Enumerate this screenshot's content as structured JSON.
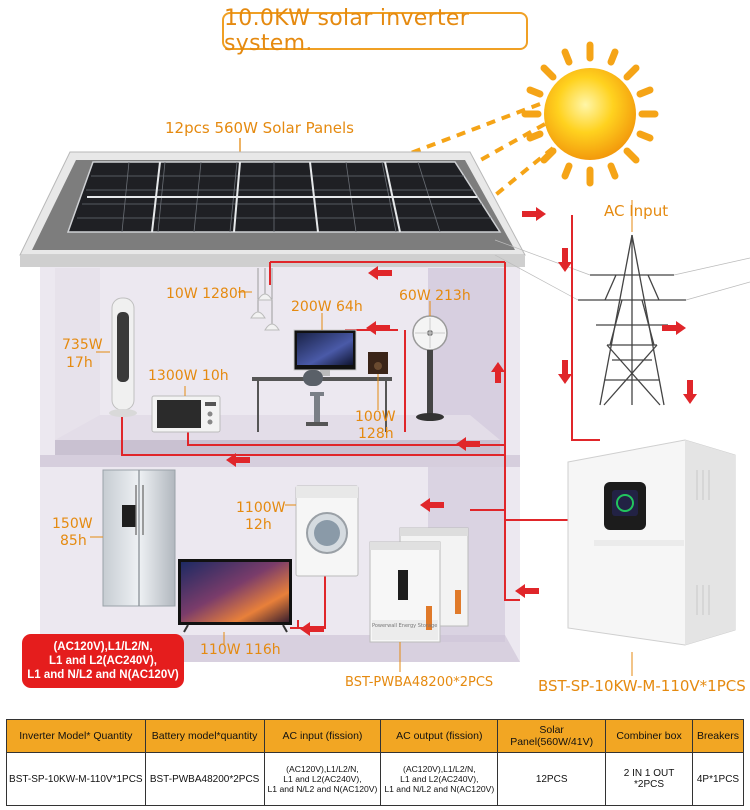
{
  "title": "10.0KW solar inverter system.",
  "labels": {
    "panels": "12pcs 560W Solar Panels",
    "ac_input": "AC Input",
    "lamp": "10W 1280h",
    "computer": "200W 64h",
    "fan": "60W 213h",
    "tower_fan_w": "735W",
    "tower_fan_h": "17h",
    "microwave": "1300W 10h",
    "speaker_w": "100W",
    "speaker_h": "128h",
    "fridge_w": "150W",
    "fridge_h": "85h",
    "washer_w": "1100W",
    "washer_h": "12h",
    "tv": "110W 116h",
    "battery": "BST-PWBA48200*2PCS",
    "inverter": "BST-SP-10KW-M-110V*1PCS"
  },
  "battery_caption": "Powerwall Energy Storage",
  "note_lines": [
    "(AC120V),L1/L2/N,",
    "L1 and L2(AC240V),",
    "L1 and N/L2 and N(AC120V)"
  ],
  "table": {
    "headers": [
      "Inverter Model* Quantity",
      "Battery model*quantity",
      "AC input (fission)",
      "AC output (fission)",
      "Solar Panel(560W/41V)",
      "Combiner box",
      "Breakers"
    ],
    "row": {
      "inverter": "BST-SP-10KW-M-110V*1PCS",
      "battery": "BST-PWBA48200*2PCS",
      "ac_input": [
        "(AC120V),L1/L2/N,",
        "L1 and L2(AC240V),",
        "L1 and N/L2 and N(AC120V)"
      ],
      "ac_output": [
        "(AC120V),L1/L2/N,",
        "L1 and L2(AC240V),",
        "L1 and N/L2 and N(AC120V)"
      ],
      "solar": "12PCS",
      "combiner": "2 IN 1 OUT *2PCS",
      "breakers": "4P*1PCS"
    }
  },
  "colors": {
    "accent": "#e58a10",
    "wire": "#e0262a",
    "wall": "#ddd6e3",
    "roof": "#7d7d7d",
    "header": "#f2a623"
  }
}
